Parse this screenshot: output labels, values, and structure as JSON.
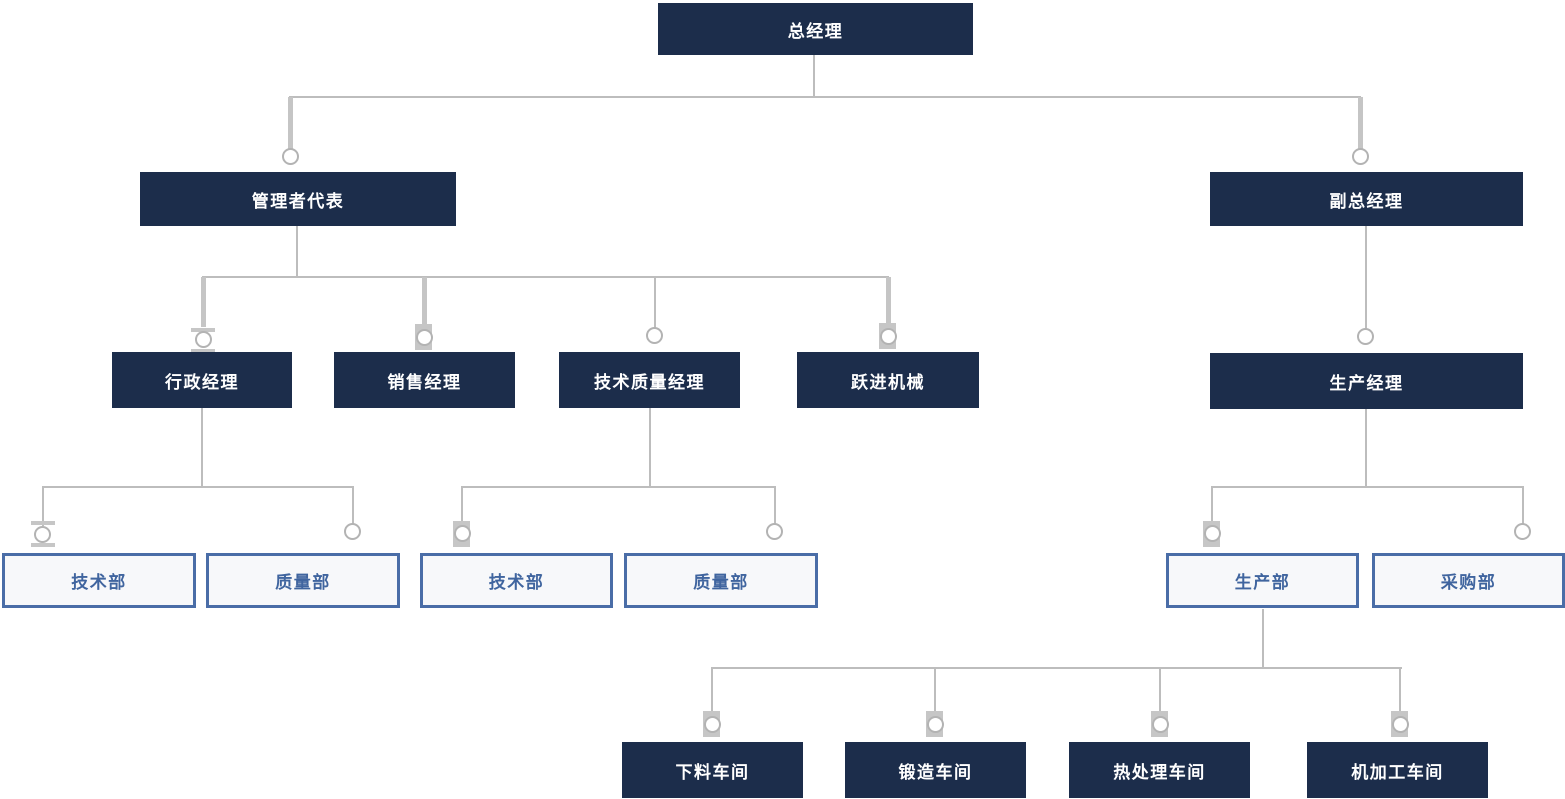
{
  "diagram": {
    "type": "org-chart",
    "colors": {
      "dark_node_bg": "#1c2d4b",
      "dark_node_text": "#ffffff",
      "light_node_bg": "#f7f8fa",
      "light_node_border": "#4a6da7",
      "light_node_text": "#40659f",
      "connector_line": "#bdbdbd",
      "anchor_gray": "#c6c6c6"
    },
    "nodes": {
      "gm": {
        "label": "总经理",
        "style": "dark"
      },
      "mgr_rep": {
        "label": "管理者代表",
        "style": "dark"
      },
      "deputy_gm": {
        "label": "副总经理",
        "style": "dark"
      },
      "admin_mgr": {
        "label": "行政经理",
        "style": "dark"
      },
      "sales_mgr": {
        "label": "销售经理",
        "style": "dark"
      },
      "tech_quality_mgr": {
        "label": "技术质量经理",
        "style": "dark"
      },
      "yuejin_machinery": {
        "label": "跃进机械",
        "style": "dark"
      },
      "production_mgr": {
        "label": "生产经理",
        "style": "dark"
      },
      "tech_dept_1": {
        "label": "技术部",
        "style": "light"
      },
      "quality_dept_1": {
        "label": "质量部",
        "style": "light"
      },
      "tech_dept_2": {
        "label": "技术部",
        "style": "light"
      },
      "quality_dept_2": {
        "label": "质量部",
        "style": "light"
      },
      "production_dept": {
        "label": "生产部",
        "style": "light"
      },
      "purchasing_dept": {
        "label": "采购部",
        "style": "light"
      },
      "cutting_workshop": {
        "label": "下料车间",
        "style": "dark"
      },
      "forging_workshop": {
        "label": "锻造车间",
        "style": "dark"
      },
      "heat_treatment_workshop": {
        "label": "热处理车间",
        "style": "dark"
      },
      "machining_workshop": {
        "label": "机加工车间",
        "style": "dark"
      }
    },
    "edges": [
      {
        "from": "总经理",
        "to": "管理者代表"
      },
      {
        "from": "总经理",
        "to": "副总经理"
      },
      {
        "from": "管理者代表",
        "to": "行政经理"
      },
      {
        "from": "管理者代表",
        "to": "销售经理"
      },
      {
        "from": "管理者代表",
        "to": "技术质量经理"
      },
      {
        "from": "管理者代表",
        "to": "跃进机械"
      },
      {
        "from": "副总经理",
        "to": "生产经理"
      },
      {
        "from": "行政经理",
        "to": "技术部"
      },
      {
        "from": "行政经理",
        "to": "质量部"
      },
      {
        "from": "技术质量经理",
        "to": "技术部"
      },
      {
        "from": "技术质量经理",
        "to": "质量部"
      },
      {
        "from": "生产经理",
        "to": "生产部"
      },
      {
        "from": "生产经理",
        "to": "采购部"
      },
      {
        "from": "生产部",
        "to": "下料车间"
      },
      {
        "from": "生产部",
        "to": "锻造车间"
      },
      {
        "from": "生产部",
        "to": "热处理车间"
      },
      {
        "from": "生产部",
        "to": "机加工车间"
      }
    ]
  }
}
